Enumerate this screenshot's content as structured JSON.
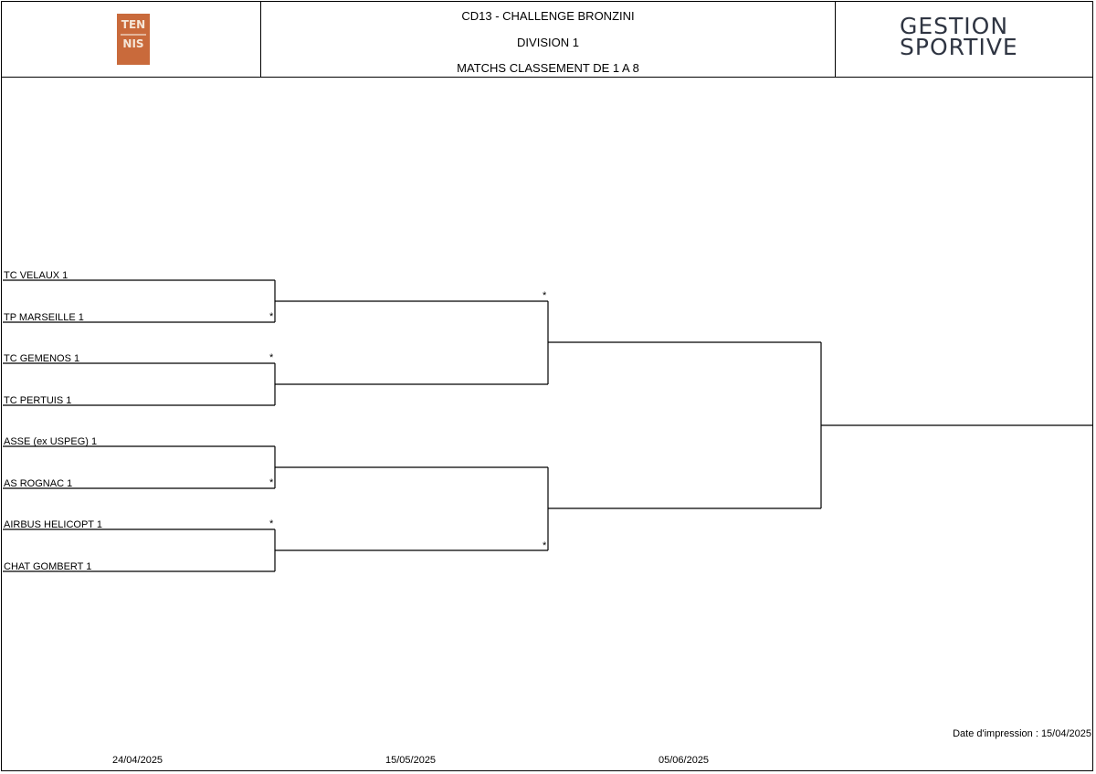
{
  "header": {
    "line1": "CD13 - CHALLENGE BRONZINI",
    "line2": "DIVISION 1",
    "line3": "MATCHS CLASSEMENT DE 1 A 8",
    "tennis_logo_top": "TEN",
    "tennis_logo_bottom": "NIS",
    "gestion_line1": "GESTION",
    "gestion_line2": "SPORTIVE"
  },
  "teams": [
    "TC VELAUX 1",
    "TP MARSEILLE 1",
    "TC GEMENOS 1",
    "TC PERTUIS 1",
    "ASSE (ex USPEG) 1",
    "AS ROGNAC 1",
    "AIRBUS HELICOPT 1",
    "CHAT GOMBERT 1"
  ],
  "markers": {
    "winner_symbol": "*"
  },
  "footer": {
    "print_date": "Date d'impression : 15/04/2025",
    "round_dates": [
      "24/04/2025",
      "15/05/2025",
      "05/06/2025"
    ]
  },
  "colors": {
    "line": "#000000",
    "tennis_logo": "#c96a3b",
    "gestion_text": "#2f3542"
  }
}
